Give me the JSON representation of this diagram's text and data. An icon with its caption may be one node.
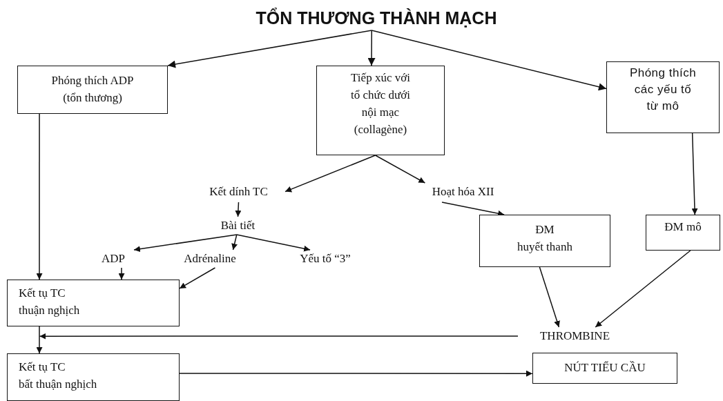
{
  "diagram": {
    "nodes": [
      {
        "text": [
          "TỔN THƯƠNG THÀNH MẠCH"
        ]
      },
      {
        "text": [
          "Phóng thích ADP (tổn thương)"
        ]
      },
      {
        "text": [
          "Tiếp xúc với tổ chức dưới nội mạc (collagène)"
        ]
      },
      {
        "text": [
          "Phóng thích các yếu tố từ mô"
        ]
      },
      {
        "text": [
          "Kết dính TC"
        ]
      },
      {
        "text": [
          "Hoạt hóa XII"
        ]
      },
      {
        "text": [
          "Bài tiết"
        ]
      },
      {
        "text": [
          "ADP"
        ]
      },
      {
        "text": [
          "Adrénaline"
        ]
      },
      {
        "text": [
          "Yếu tố “3”"
        ]
      },
      {
        "text": [
          "ĐM huyết thanh"
        ]
      },
      {
        "text": [
          "ĐM mô"
        ]
      },
      {
        "text": [
          "Kết tụ TC thuận nghịch"
        ]
      },
      {
        "text": [
          "THROMBINE"
        ]
      },
      {
        "text": [
          "Kết tụ TC bất thuận nghịch"
        ]
      },
      {
        "text": [
          "NÚT TIỂU CẦU"
        ]
      }
    ],
    "edges": [
      {
        "from": 0,
        "to": 1,
        "arrow": "to"
      },
      {
        "from": 0,
        "to": 2,
        "arrow": "to"
      },
      {
        "from": 0,
        "to": 3,
        "arrow": "to"
      },
      {
        "from": 2,
        "to": 4,
        "arrow": "to"
      },
      {
        "from": 2,
        "to": 5,
        "arrow": "to"
      },
      {
        "from": 4,
        "to": 6,
        "arrow": "to"
      },
      {
        "from": 6,
        "to": 7,
        "arrow": "to"
      },
      {
        "from": 6,
        "to": 8,
        "arrow": "to"
      },
      {
        "from": 6,
        "to": 9,
        "arrow": "to"
      },
      {
        "from": 1,
        "to": 12,
        "arrow": "to"
      },
      {
        "from": 7,
        "to": 12,
        "arrow": "to"
      },
      {
        "from": 8,
        "to": 12,
        "arrow": "to"
      },
      {
        "from": 5,
        "to": 10,
        "arrow": "to"
      },
      {
        "from": 10,
        "to": 13,
        "arrow": "to"
      },
      {
        "from": 11,
        "to": 13,
        "arrow": "to"
      },
      {
        "from": 12,
        "to": 14,
        "arrow": "to"
      },
      {
        "from": 13,
        "to": 14,
        "arrow": "to"
      },
      {
        "from": 14,
        "to": 15,
        "arrow": "to"
      },
      {
        "from": 3,
        "to": 11,
        "arrow": "to"
      }
    ]
  }
}
